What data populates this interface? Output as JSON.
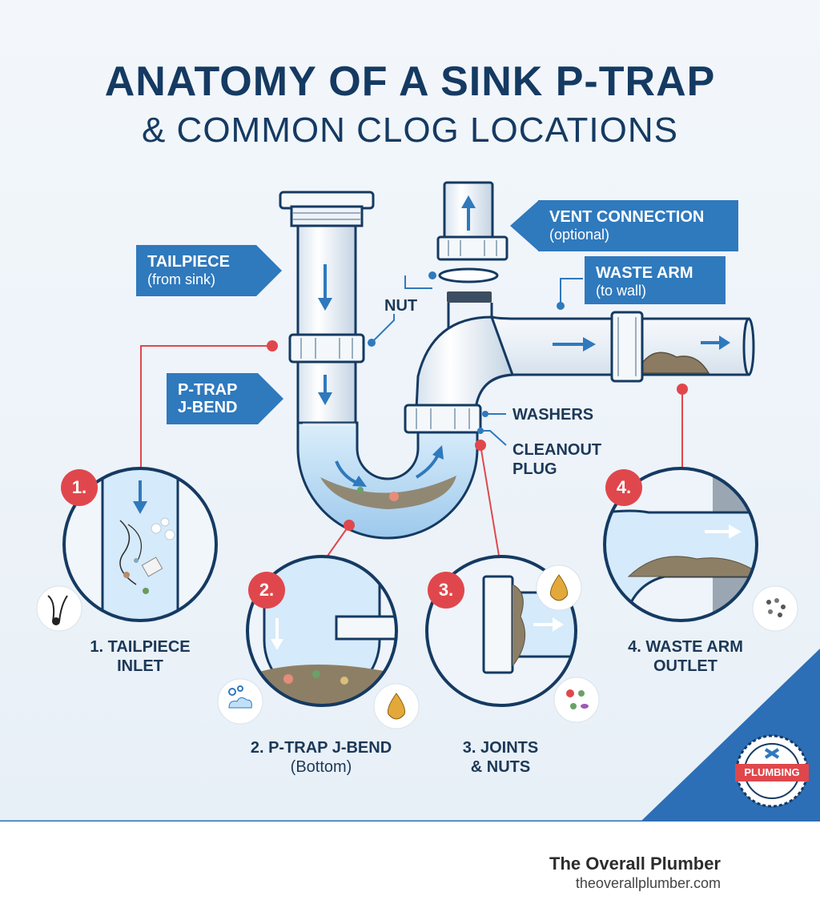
{
  "title": {
    "line1": "ANATOMY OF A SINK P-TRAP",
    "line2": "& COMMON CLOG LOCATIONS"
  },
  "labels": {
    "tailpiece": {
      "title": "TAILPIECE",
      "sub": "(from sink)"
    },
    "ptrap": {
      "title": "P-TRAP",
      "title2": "J-BEND"
    },
    "vent": {
      "title": "VENT CONNECTION",
      "sub": "(optional)"
    },
    "waste": {
      "title": "WASTE ARM",
      "sub": "(to wall)"
    },
    "nut": "NUT",
    "washers": "WASHERS",
    "cleanout1": "CLEANOUT",
    "cleanout2": "PLUG"
  },
  "clog_locations": [
    {
      "badge": "1.",
      "line1": "1. TAILPIECE",
      "line2": "INLET"
    },
    {
      "badge": "2.",
      "line1": "2. P-TRAP J-BEND",
      "line2": "(Bottom)"
    },
    {
      "badge": "3.",
      "line1": "3. JOINTS",
      "line2": "& NUTS"
    },
    {
      "badge": "4.",
      "line1": "4. WASTE ARM",
      "line2": "OUTLET"
    }
  ],
  "seal": {
    "text": "PLUMBING"
  },
  "footer": {
    "company": "The Overall Plumber",
    "url": "theoverallplumber.com"
  },
  "colors": {
    "navy": "#153a62",
    "callout_blue": "#2f79bd",
    "accent_red": "#e0474c",
    "water": "#cfe6f7",
    "corner_blue": "#2c6fb6"
  }
}
